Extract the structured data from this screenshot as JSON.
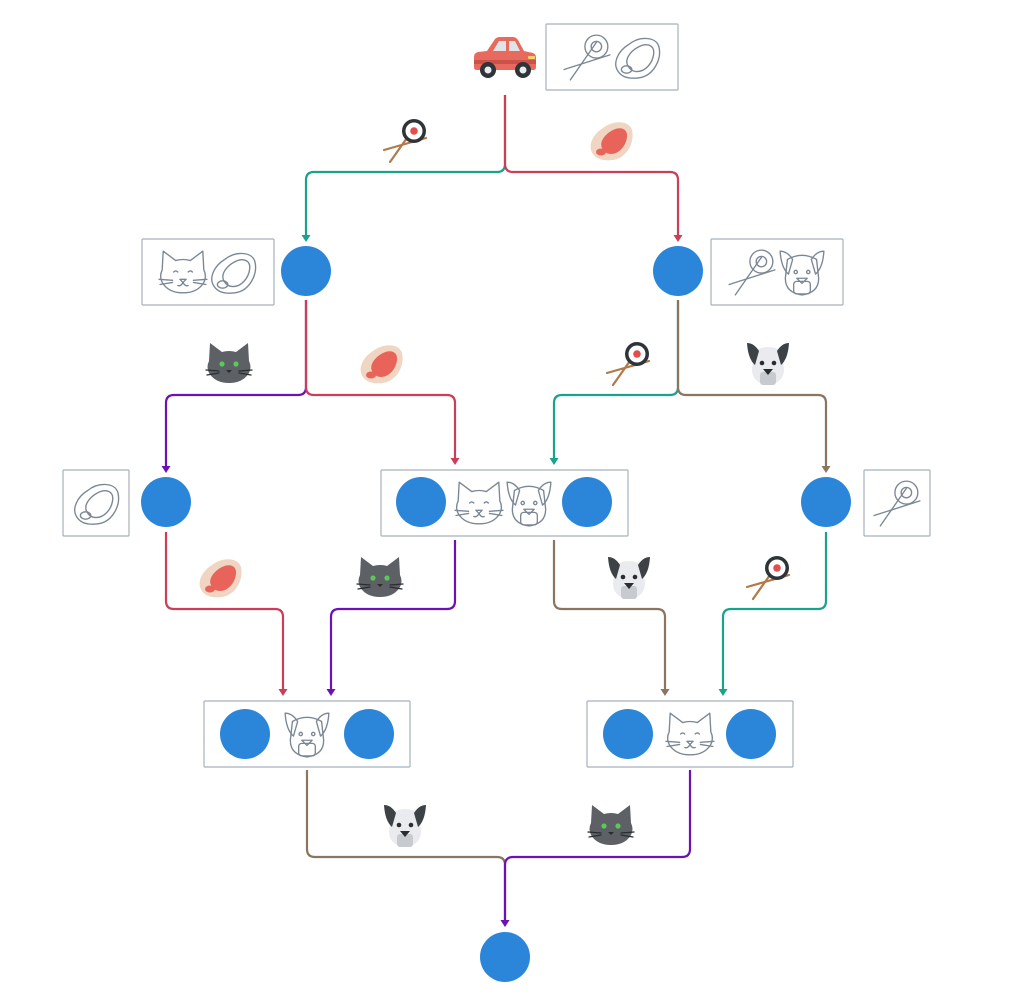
{
  "diagram": {
    "colors": {
      "sushi": "#1aa38c",
      "steak": "#cc3d5a",
      "cat": "#6a12b8",
      "dog": "#8a7560",
      "node": "#2b86d9",
      "box_border": "#a6b1bc",
      "outline_icon": "#7b8794"
    },
    "start_icon": "car-icon",
    "icon_types": [
      "sushi",
      "steak",
      "cat",
      "dog"
    ],
    "nodes": [
      {
        "id": "start",
        "kind": "car",
        "box": [
          "sushi",
          "steak"
        ]
      },
      {
        "id": "a",
        "kind": "circle",
        "box": [
          "cat",
          "steak"
        ]
      },
      {
        "id": "b",
        "kind": "circle",
        "box": [
          "sushi",
          "dog"
        ]
      },
      {
        "id": "c",
        "kind": "circle",
        "box": [
          "steak"
        ]
      },
      {
        "id": "d",
        "kind": "merged",
        "box": [
          "cat",
          "dog"
        ]
      },
      {
        "id": "e",
        "kind": "circle",
        "box": [
          "sushi"
        ]
      },
      {
        "id": "f",
        "kind": "merged",
        "box": [
          "dog"
        ]
      },
      {
        "id": "g",
        "kind": "merged",
        "box": [
          "cat"
        ]
      },
      {
        "id": "end",
        "kind": "circle",
        "box": []
      }
    ],
    "edges": [
      {
        "from": "start",
        "to": "a",
        "label": "sushi"
      },
      {
        "from": "start",
        "to": "b",
        "label": "steak"
      },
      {
        "from": "a",
        "to": "c",
        "label": "cat"
      },
      {
        "from": "a",
        "to": "d",
        "label": "steak"
      },
      {
        "from": "b",
        "to": "d",
        "label": "sushi"
      },
      {
        "from": "b",
        "to": "e",
        "label": "dog"
      },
      {
        "from": "c",
        "to": "f",
        "label": "steak"
      },
      {
        "from": "d",
        "to": "f",
        "label": "cat"
      },
      {
        "from": "d",
        "to": "g",
        "label": "dog"
      },
      {
        "from": "e",
        "to": "g",
        "label": "sushi"
      },
      {
        "from": "f",
        "to": "end",
        "label": "dog"
      },
      {
        "from": "g",
        "to": "end",
        "label": "cat"
      }
    ]
  }
}
